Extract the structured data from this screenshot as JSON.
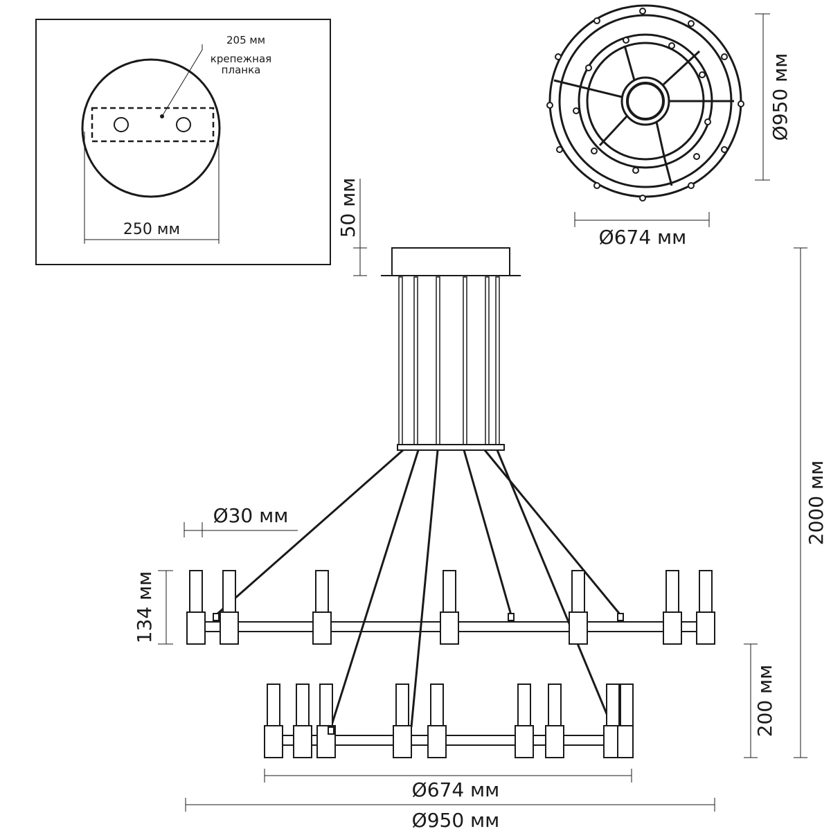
{
  "inset": {
    "mount_bar_width_label": "205 мм",
    "mount_bar_label_line1": "крепежная",
    "mount_bar_label_line2": "планка",
    "canopy_diameter_label": "250 мм"
  },
  "top_view": {
    "outer_diameter_label": "Ø950 мм",
    "inner_diameter_label": "Ø674 мм"
  },
  "side_view": {
    "canopy_height_label": "50 мм",
    "total_height_label": "2000 мм",
    "tube_diameter_label": "Ø30 мм",
    "upper_ring_height_label": "134 мм",
    "ring_spacing_label": "200 мм",
    "lower_ring_diameter_label": "Ø674 мм",
    "upper_ring_diameter_label": "Ø950 мм"
  },
  "colors": {
    "stroke": "#1a1a1a",
    "background": "#ffffff"
  }
}
